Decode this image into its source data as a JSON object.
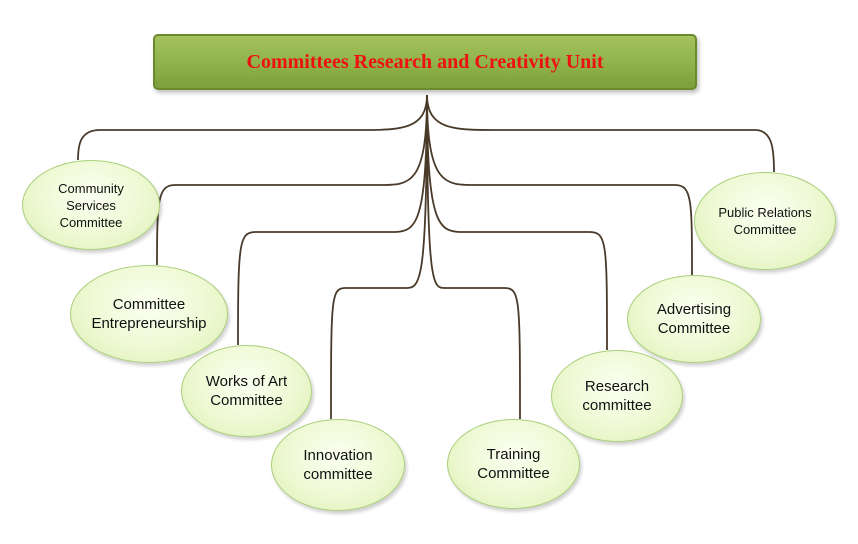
{
  "title": "Committees Research and Creativity Unit",
  "colors": {
    "title_fill": "#92b44e",
    "title_text": "#ee1111",
    "node_fill": "#eef9d3",
    "node_border": "#a9cf7a",
    "connector": "#4a3a2a"
  },
  "nodes": [
    {
      "id": "community-services",
      "label": "Community\nServices\nCommittee"
    },
    {
      "id": "entrepreneurship",
      "label": "Committee\nEntrepreneurship"
    },
    {
      "id": "works-of-art",
      "label": "Works of Art\nCommittee"
    },
    {
      "id": "innovation",
      "label": "Innovation\ncommittee"
    },
    {
      "id": "training",
      "label": "Training\nCommittee"
    },
    {
      "id": "research",
      "label": "Research\ncommittee"
    },
    {
      "id": "advertising",
      "label": "Advertising\nCommittee"
    },
    {
      "id": "public-relations",
      "label": "Public Relations\nCommittee"
    }
  ]
}
